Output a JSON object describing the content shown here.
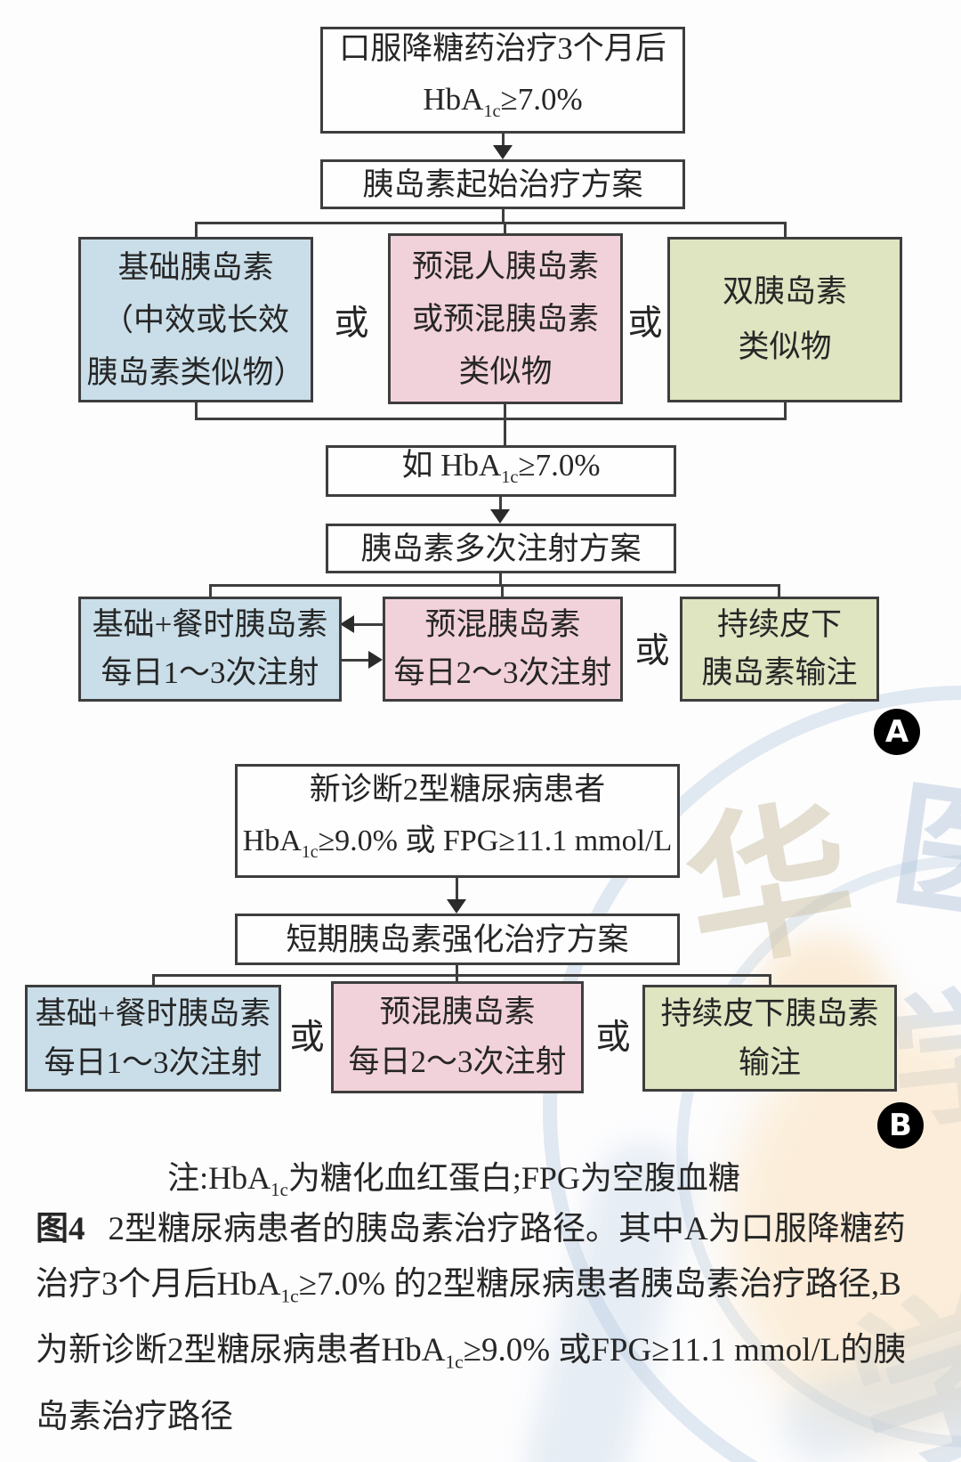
{
  "colors": {
    "blue_fill": "#cadee9",
    "pink_fill": "#f2d2da",
    "green_fill": "#dfe4c1",
    "border": "#3e3e3e",
    "badge_bg": "#000000",
    "badge_fg": "#ffffff",
    "watermark_blue": "#b1c6dc",
    "watermark_peach": "#f9e0ba",
    "watermark_tan": "#cdc4aa"
  },
  "flow_a": {
    "badge": "A",
    "or": "或",
    "condition": {
      "line1": "口服降糖药治疗3个月后",
      "f_pre": "HbA",
      "f_sub": "1c",
      "f_post": "≥7.0%"
    },
    "init_plan": "胰岛素起始治疗方案",
    "options1": {
      "basal": [
        "基础胰岛素",
        "（中效或长效",
        "胰岛素类似物）"
      ],
      "premix_human": [
        "预混人胰岛素",
        "或预混胰岛素",
        "类似物"
      ],
      "dual": [
        "双胰岛素",
        "类似物"
      ]
    },
    "if_box": {
      "f_pre": "如 HbA",
      "f_sub": "1c",
      "f_post": "≥7.0%"
    },
    "multi_plan": "胰岛素多次注射方案",
    "options2": {
      "basal_bolus": [
        "基础+餐时胰岛素",
        "每日1～3次注射"
      ],
      "premix": [
        "预混胰岛素",
        "每日2～3次注射"
      ],
      "csii": [
        "持续皮下",
        "胰岛素输注"
      ]
    }
  },
  "flow_b": {
    "badge": "B",
    "or": "或",
    "condition": {
      "line1": "新诊断2型糖尿病患者",
      "f_pre": "HbA",
      "f_sub": "1c",
      "f_post": "≥9.0% 或 FPG≥11.1 mmol/L"
    },
    "intensive_plan": "短期胰岛素强化治疗方案",
    "options": {
      "basal_bolus": [
        "基础+餐时胰岛素",
        "每日1～3次注射"
      ],
      "premix": [
        "预混胰岛素",
        "每日2～3次注射"
      ],
      "csii": [
        "持续皮下胰岛素",
        "输注"
      ]
    }
  },
  "note": {
    "pre": "注:HbA",
    "sub": "1c",
    "post": "为糖化血红蛋白;FPG为空腹血糖"
  },
  "caption": {
    "label": "图4",
    "s1": "2型糖尿病患者的胰岛素治疗路径。其中A为口服降糖药治疗3个月后HbA",
    "sub1": "1c",
    "s2": "≥7.0% 的2型糖尿病患者胰岛素治疗路径,B为新诊断2型糖尿病患者HbA",
    "sub2": "1c",
    "s3": "≥9.0% 或FPG≥11.1 mmol/L的胰岛素治疗路径"
  },
  "watermark": {
    "char_hua": "华",
    "char_yi": "医",
    "char_xue": "学"
  }
}
